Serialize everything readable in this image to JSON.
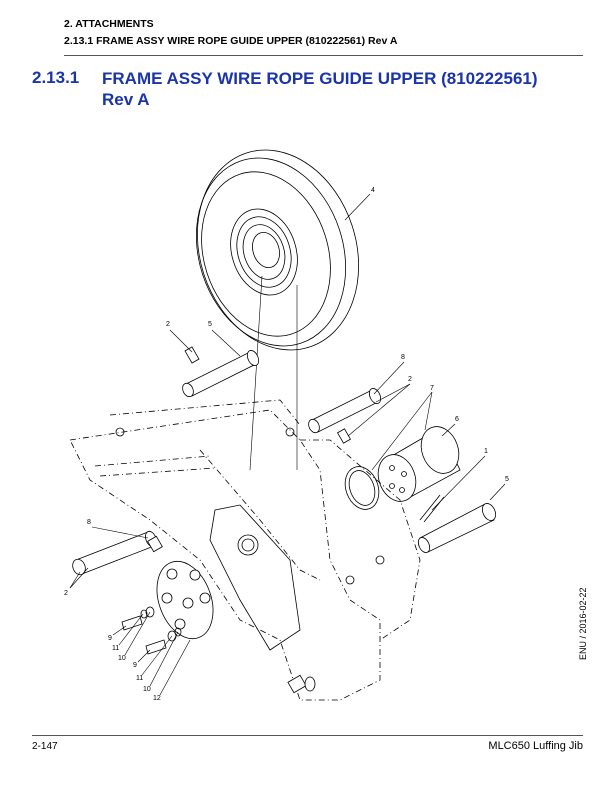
{
  "header": {
    "chapter": "2. ATTACHMENTS",
    "subsection": "2.13.1 FRAME ASSY WIRE ROPE GUIDE UPPER (810222561) Rev A"
  },
  "section": {
    "number": "2.13.1",
    "title": "FRAME ASSY WIRE ROPE GUIDE UPPER (810222561) Rev A"
  },
  "callouts": {
    "c4": "4",
    "c2a": "2",
    "c5a": "5",
    "c8a": "8",
    "c2b": "2",
    "c7": "7",
    "c6": "6",
    "c1": "1",
    "c5b": "5",
    "c8b": "8",
    "c2c": "2",
    "c9a": "9",
    "c11a": "11",
    "c10a": "10",
    "c9b": "9",
    "c11b": "11",
    "c10b": "10",
    "c12": "12"
  },
  "side_text": "ENU / 2016-02-22",
  "footer": {
    "page": "2-147",
    "document": "MLC650 Luffing Jib"
  }
}
